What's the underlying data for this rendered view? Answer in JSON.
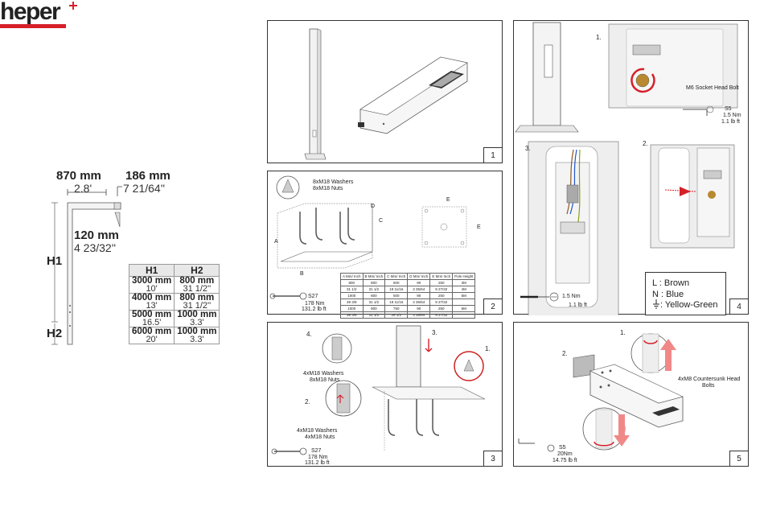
{
  "brand": {
    "name": "heper",
    "accent": "#d6202a"
  },
  "dimensions": {
    "width_mm": "870 mm",
    "width_ft": "2.8'",
    "head_mm": "186 mm",
    "head_in": "7 21/64''",
    "post_mm": "120 mm",
    "post_in": "4 23/32''",
    "h1": "H1",
    "h2": "H2"
  },
  "height_table": {
    "headers": [
      "H1",
      "H2"
    ],
    "rows": [
      {
        "h1_mm": "3000 mm",
        "h1_ft": "10'",
        "h2_mm": "800 mm",
        "h2_in": "31 1/2''"
      },
      {
        "h1_mm": "4000 mm",
        "h1_ft": "13'",
        "h2_mm": "800 mm",
        "h2_in": "31 1/2''"
      },
      {
        "h1_mm": "5000 mm",
        "h1_ft": "16.5'",
        "h2_mm": "1000 mm",
        "h2_in": "3.3'"
      },
      {
        "h1_mm": "6000 mm",
        "h1_ft": "20'",
        "h2_mm": "1000 mm",
        "h2_in": "3.3'"
      }
    ]
  },
  "panel1": {
    "number": "1"
  },
  "panel2": {
    "number": "2",
    "washers": "8xM18 Washers",
    "nuts": "8xM18 Nuts",
    "labels": {
      "a": "A",
      "b": "B",
      "c": "C",
      "d": "D",
      "e": "E",
      "e2": "E"
    },
    "wrench": "S27",
    "torque_nm": "178 Nm",
    "torque_lb": "131.2 lb ft",
    "spec_headers": [
      "A\nMm/ Inch",
      "B\nMm/ Inch",
      "C\nMm/ Inch",
      "D\nMm/ Inch",
      "E\nMm/ Inch",
      "Pole Height"
    ],
    "spec_rows": [
      [
        "800",
        "800",
        "500",
        "90",
        "250",
        "3M"
      ],
      [
        "31 1/2",
        "31 1/2",
        "19 11/16",
        "3 35/64",
        "9 27/32",
        "4M"
      ],
      [
        "1000",
        "800",
        "500",
        "90",
        "250",
        "5M"
      ],
      [
        "39 3/8",
        "31 1/2",
        "19 11/16",
        "3 35/64",
        "9 27/32",
        ""
      ],
      [
        "1000",
        "800",
        "750",
        "90",
        "250",
        "6M"
      ],
      [
        "39 3/8",
        "31 1/2",
        "29 1/2",
        "3 35/64",
        "9 27/32",
        ""
      ]
    ]
  },
  "panel3": {
    "number": "3",
    "step1": "1.",
    "step2": "2.",
    "step3": "3.",
    "step4": "4.",
    "washers4": "4xM18 Washers",
    "nuts4": "8xM18 Nuts",
    "washers2": "4xM18 Washers",
    "nuts2": "4xM18 Nuts",
    "wrench": "S27",
    "torque_nm": "178 Nm",
    "torque_lb": "131.2 lb ft"
  },
  "panel4": {
    "number": "4",
    "step1": "1.",
    "step2": "2.",
    "step3": "3.",
    "bolt": "M6 Socket Head Bolt",
    "hex": "S5",
    "torque_nm_top": "1.5 Nm",
    "torque_lb_top": "1.1 lb ft",
    "torque_nm_bottom": "1.5 Nm",
    "torque_lb_bottom": "1.1 lb ft",
    "legend": {
      "l": "L  : Brown",
      "n": "N : Blue",
      "g": ": Yellow-Green"
    }
  },
  "panel5": {
    "number": "5",
    "step1": "1.",
    "step2": "2.",
    "bolts": "4xM8 Countersunk Head",
    "bolts2": "Bolts",
    "hex": "S5",
    "torque_nm": "20Nm",
    "torque_lb": "14.75 lb ft"
  }
}
